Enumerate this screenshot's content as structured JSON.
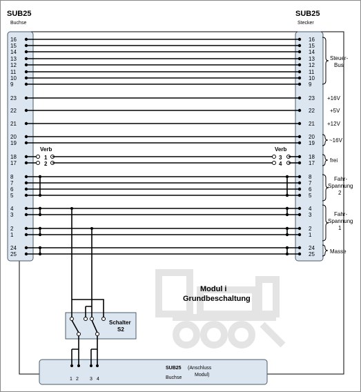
{
  "left_connector": {
    "title": "SUB25",
    "subtitle": "Buchse"
  },
  "right_connector": {
    "title": "SUB25",
    "subtitle": "Stecker"
  },
  "pins": [
    {
      "num": "16"
    },
    {
      "num": "15"
    },
    {
      "num": "14"
    },
    {
      "num": "13"
    },
    {
      "num": "12"
    },
    {
      "num": "11"
    },
    {
      "num": "10"
    },
    {
      "num": "9"
    },
    {
      "num": "23"
    },
    {
      "num": "22"
    },
    {
      "num": "21"
    },
    {
      "num": "20"
    },
    {
      "num": "19"
    },
    {
      "num": "18"
    },
    {
      "num": "17"
    },
    {
      "num": "8"
    },
    {
      "num": "7"
    },
    {
      "num": "6"
    },
    {
      "num": "5"
    },
    {
      "num": "4"
    },
    {
      "num": "3"
    },
    {
      "num": "2"
    },
    {
      "num": "1"
    },
    {
      "num": "24"
    },
    {
      "num": "25"
    }
  ],
  "right_labels": {
    "steuer_bus": [
      "Steuer-",
      "Bus"
    ],
    "v16": "+16V",
    "v5": "+5V",
    "v12": "+12V",
    "v16ac": "~16V",
    "frei": "frei",
    "fahr2": [
      "Fahr-",
      "Spannung",
      "2"
    ],
    "fahr1": [
      "Fahr-",
      "Spannung",
      "1"
    ],
    "masse": "Masse"
  },
  "verb": {
    "left_label": "Verb",
    "left_1": "1",
    "left_2": "2",
    "right_label": "Verb",
    "right_3": "3",
    "right_4": "4"
  },
  "module": {
    "line1": "Modul i",
    "line2": "Grundbeschaltung"
  },
  "switch": {
    "line1": "Schalter",
    "line2": "S2"
  },
  "bottom_connector": {
    "title": "SUB25",
    "subtitle": "Buchse",
    "note_line1": "(Anschluss",
    "note_line2": "Modul)",
    "pins": [
      "1",
      "2",
      "3",
      "4"
    ]
  },
  "colors": {
    "connector_fill": "#dce6f0",
    "connector_border": "#4a5a6a",
    "wire": "#000000",
    "watermark": "#e6e6e6"
  }
}
